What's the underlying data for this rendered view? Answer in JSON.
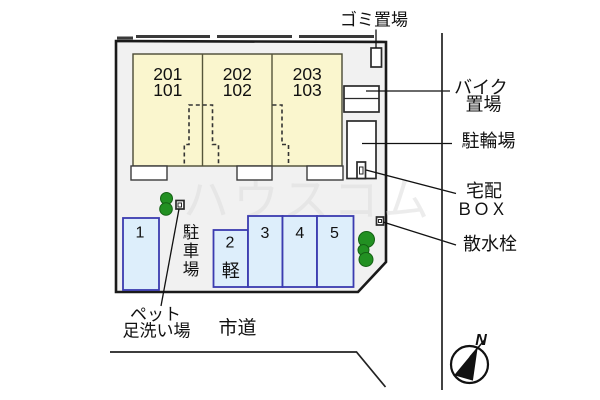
{
  "watermark": "ハウスコム",
  "colors": {
    "plot_fill": "#f1f1f1",
    "building_fill": "#faf6ce",
    "parking_fill": "#ddeefb",
    "parking_border": "#3b3bb0",
    "tree_fill": "#229022",
    "outline": "#1a1a1a"
  },
  "building": {
    "units": [
      {
        "upper": "201",
        "lower": "101"
      },
      {
        "upper": "202",
        "lower": "102"
      },
      {
        "upper": "203",
        "lower": "103"
      }
    ]
  },
  "parking": {
    "area_label_chars": [
      "駐",
      "車",
      "場"
    ],
    "spaces": [
      {
        "num": "1"
      },
      {
        "num": "2",
        "sub": "軽"
      },
      {
        "num": "3"
      },
      {
        "num": "4"
      },
      {
        "num": "5"
      }
    ]
  },
  "labels": {
    "garbage": "ゴミ置場",
    "bike_line1": "バイク",
    "bike_line2": "置場",
    "bicycle": "駐輪場",
    "delivery_line1": "宅配",
    "delivery_line2": "ＢＯＸ",
    "sprinkler": "散水栓",
    "pet_line1": "ペット",
    "pet_line2": "足洗い場",
    "road": "市道",
    "north": "N"
  }
}
